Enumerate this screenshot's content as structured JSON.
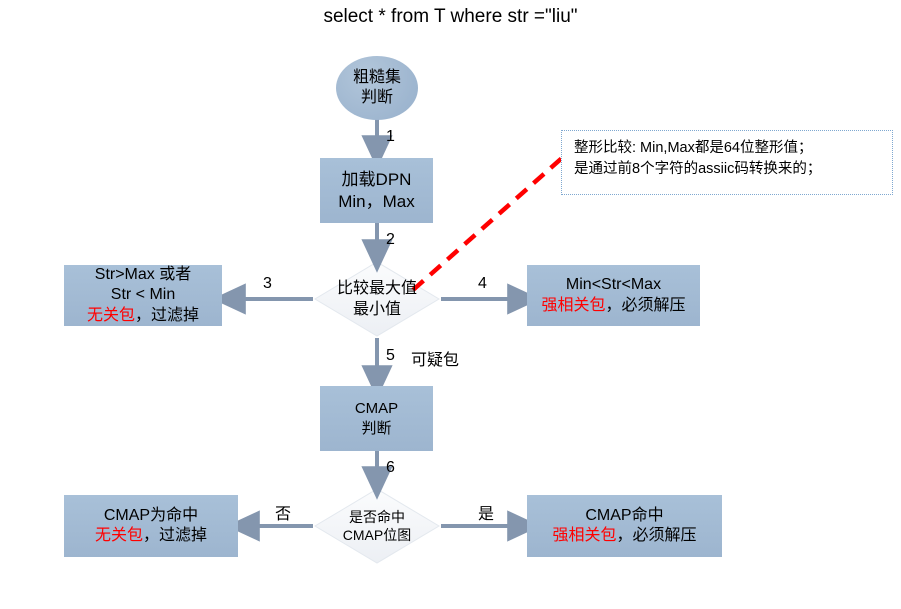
{
  "title": "select * from T where str =\"liu\"",
  "colors": {
    "node_fill": "#a3bad3",
    "decision_fill": "#f1f3f6",
    "arrow": "#8496ae",
    "accent_red": "#ff0000",
    "callout_border": "#7fa8d0",
    "background": "#ffffff"
  },
  "nodes": {
    "start": {
      "line1": "粗糙集",
      "line2": "判断"
    },
    "load_dpn": {
      "line1": "加载DPN",
      "line2": "Min，Max"
    },
    "decision_minmax": {
      "line1": "比较最大值",
      "line2": "最小值"
    },
    "out_filter_range": {
      "line1": "Str>Max 或者",
      "line2": "Str < Min",
      "line3_red": "无关包",
      "line3_rest": "，过滤掉"
    },
    "out_match_range": {
      "line1": "Min<Str<Max",
      "line2_red": "强相关包",
      "line2_rest": "，必须解压"
    },
    "cmap": {
      "line1": "CMAP",
      "line2": "判断"
    },
    "decision_cmap": {
      "line1": "是否命中",
      "line2": "CMAP位图"
    },
    "out_cmap_miss": {
      "line1": "CMAP为命中",
      "line2_red": "无关包",
      "line2_rest": "，过滤掉"
    },
    "out_cmap_hit": {
      "line1": "CMAP命中",
      "line2_red": "强相关包",
      "line2_rest": "，必须解压"
    }
  },
  "edges": {
    "e1": "1",
    "e2": "2",
    "e3": "3",
    "e4": "4",
    "e5_num": "5",
    "e5_text": "可疑包",
    "e6": "6",
    "e_no": "否",
    "e_yes": "是"
  },
  "callout": {
    "line1": "整形比较: Min,Max都是64位整形值；",
    "line2": "是通过前8个字符的assiic码转换来的；"
  }
}
